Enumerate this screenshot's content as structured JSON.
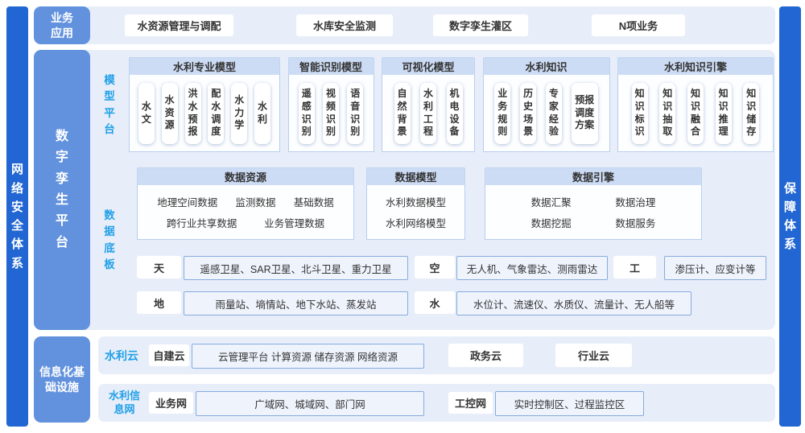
{
  "colors": {
    "bar_blue": "#2166d2",
    "label_blue": "#6292dd",
    "section_bg": "#e8eef9",
    "header_band": "#cddcf5",
    "cyan_label": "#21a0e8",
    "text": "#333333"
  },
  "left_bar": {
    "label": "网络安全体系"
  },
  "right_bar": {
    "label": "保障体系"
  },
  "business_apps": {
    "label": "业务应用",
    "items": [
      "水资源管理与调配",
      "水库安全监测",
      "数字孪生灌区",
      "N项业务"
    ]
  },
  "platform": {
    "label": "数字孪生平台",
    "model_platform": {
      "label": "模型平台",
      "groups": [
        {
          "title": "水利专业模型",
          "items": [
            "水文",
            "水资源",
            "洪水预报",
            "配水调度",
            "水力学",
            "水利"
          ]
        },
        {
          "title": "智能识别模型",
          "items": [
            "遥感识别",
            "视频识别",
            "语音识别"
          ]
        },
        {
          "title": "可视化模型",
          "items": [
            "自然背景",
            "水利工程",
            "机电设备"
          ]
        },
        {
          "title": "水利知识",
          "items": [
            "业务规则",
            "历史场景",
            "专家经验",
            "预报调度方案"
          ]
        },
        {
          "title": "水利知识引擎",
          "items": [
            "知识标识",
            "知识抽取",
            "知识融合",
            "知识推理",
            "知识储存"
          ]
        }
      ]
    },
    "data_platform": {
      "label": "数据底板",
      "data_resource": {
        "title": "数据资源",
        "row1": [
          "地理空间数据",
          "监测数据",
          "基础数据"
        ],
        "row2": [
          "跨行业共享数据",
          "业务管理数据"
        ]
      },
      "data_model": {
        "title": "数据模型",
        "items": [
          "水利数据模型",
          "水利网络模型"
        ]
      },
      "data_engine": {
        "title": "数据引擎",
        "row1": [
          "数据汇聚",
          "数据治理"
        ],
        "row2": [
          "数据挖掘",
          "数据服务"
        ]
      },
      "sensing": [
        {
          "label": "天",
          "content": "遥感卫星、SAR卫星、北斗卫星、重力卫星"
        },
        {
          "label": "空",
          "content": "无人机、气象雷达、测雨雷达"
        },
        {
          "label": "工",
          "content": "渗压计、应变计等"
        },
        {
          "label": "地",
          "content": "雨量站、墒情站、地下水站、蒸发站"
        },
        {
          "label": "水",
          "content": "水位计、流速仪、水质仪、流量计、无人船等"
        }
      ]
    }
  },
  "infrastructure": {
    "label": "信息化基础设施",
    "cloud_row": {
      "label": "水利云",
      "self_cloud": "自建云",
      "self_cloud_content": "云管理平台 计算资源 储存资源 网络资源",
      "gov_cloud": "政务云",
      "industry_cloud": "行业云"
    },
    "network_row": {
      "label": "水利信息网",
      "business_net": "业务网",
      "business_net_content": "广域网、城域网、部门网",
      "industrial_net": "工控网",
      "industrial_net_content": "实时控制区、过程监控区"
    }
  }
}
